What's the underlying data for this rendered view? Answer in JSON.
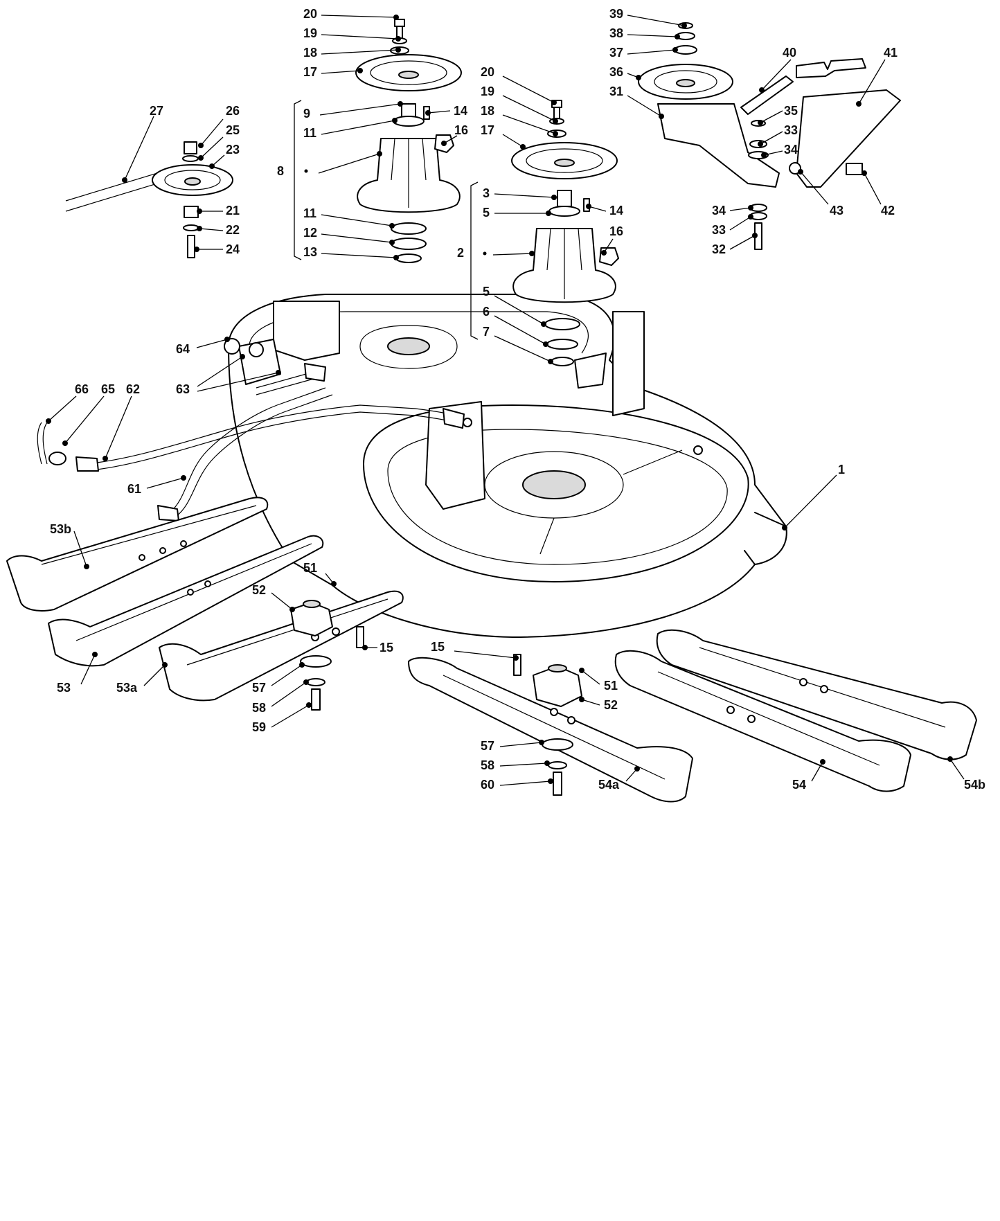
{
  "diagram": {
    "line_color": "#000000",
    "background": "#ffffff",
    "callouts": [
      {
        "id": "c20a",
        "text": "20"
      },
      {
        "id": "c19a",
        "text": "19"
      },
      {
        "id": "c18a",
        "text": "18"
      },
      {
        "id": "c17a",
        "text": "17"
      },
      {
        "id": "c9",
        "text": "9"
      },
      {
        "id": "c11a",
        "text": "11"
      },
      {
        "id": "c8",
        "text": "8"
      },
      {
        "id": "c11b",
        "text": "11"
      },
      {
        "id": "c12",
        "text": "12"
      },
      {
        "id": "c13",
        "text": "13"
      },
      {
        "id": "c14a",
        "text": "14"
      },
      {
        "id": "c16a",
        "text": "16"
      },
      {
        "id": "c27",
        "text": "27"
      },
      {
        "id": "c26",
        "text": "26"
      },
      {
        "id": "c25",
        "text": "25"
      },
      {
        "id": "c23",
        "text": "23"
      },
      {
        "id": "c21",
        "text": "21"
      },
      {
        "id": "c22",
        "text": "22"
      },
      {
        "id": "c24",
        "text": "24"
      },
      {
        "id": "c20b",
        "text": "20"
      },
      {
        "id": "c19b",
        "text": "19"
      },
      {
        "id": "c18b",
        "text": "18"
      },
      {
        "id": "c17b",
        "text": "17"
      },
      {
        "id": "c3",
        "text": "3"
      },
      {
        "id": "c5a",
        "text": "5"
      },
      {
        "id": "c14b",
        "text": "14"
      },
      {
        "id": "c16b",
        "text": "16"
      },
      {
        "id": "c2",
        "text": "2"
      },
      {
        "id": "c5b",
        "text": "5"
      },
      {
        "id": "c6",
        "text": "6"
      },
      {
        "id": "c7",
        "text": "7"
      },
      {
        "id": "c39",
        "text": "39"
      },
      {
        "id": "c38",
        "text": "38"
      },
      {
        "id": "c37",
        "text": "37"
      },
      {
        "id": "c36",
        "text": "36"
      },
      {
        "id": "c31",
        "text": "31"
      },
      {
        "id": "c40",
        "text": "40"
      },
      {
        "id": "c41",
        "text": "41"
      },
      {
        "id": "c35",
        "text": "35"
      },
      {
        "id": "c33a",
        "text": "33"
      },
      {
        "id": "c34a",
        "text": "34"
      },
      {
        "id": "c43",
        "text": "43"
      },
      {
        "id": "c42",
        "text": "42"
      },
      {
        "id": "c34b",
        "text": "34"
      },
      {
        "id": "c33b",
        "text": "33"
      },
      {
        "id": "c32",
        "text": "32"
      },
      {
        "id": "c64",
        "text": "64"
      },
      {
        "id": "c63",
        "text": "63"
      },
      {
        "id": "c66",
        "text": "66"
      },
      {
        "id": "c65",
        "text": "65"
      },
      {
        "id": "c62",
        "text": "62"
      },
      {
        "id": "c61",
        "text": "61"
      },
      {
        "id": "c1",
        "text": "1"
      },
      {
        "id": "c53b",
        "text": "53b"
      },
      {
        "id": "c51a",
        "text": "51"
      },
      {
        "id": "c52a",
        "text": "52"
      },
      {
        "id": "c15a",
        "text": "15"
      },
      {
        "id": "c53",
        "text": "53"
      },
      {
        "id": "c53a",
        "text": "53a"
      },
      {
        "id": "c57a",
        "text": "57"
      },
      {
        "id": "c58a",
        "text": "58"
      },
      {
        "id": "c59",
        "text": "59"
      },
      {
        "id": "c15b",
        "text": "15"
      },
      {
        "id": "c51b",
        "text": "51"
      },
      {
        "id": "c52b",
        "text": "52"
      },
      {
        "id": "c57b",
        "text": "57"
      },
      {
        "id": "c58b",
        "text": "58"
      },
      {
        "id": "c60",
        "text": "60"
      },
      {
        "id": "c54a",
        "text": "54a"
      },
      {
        "id": "c54",
        "text": "54"
      },
      {
        "id": "c54b",
        "text": "54b"
      }
    ]
  }
}
